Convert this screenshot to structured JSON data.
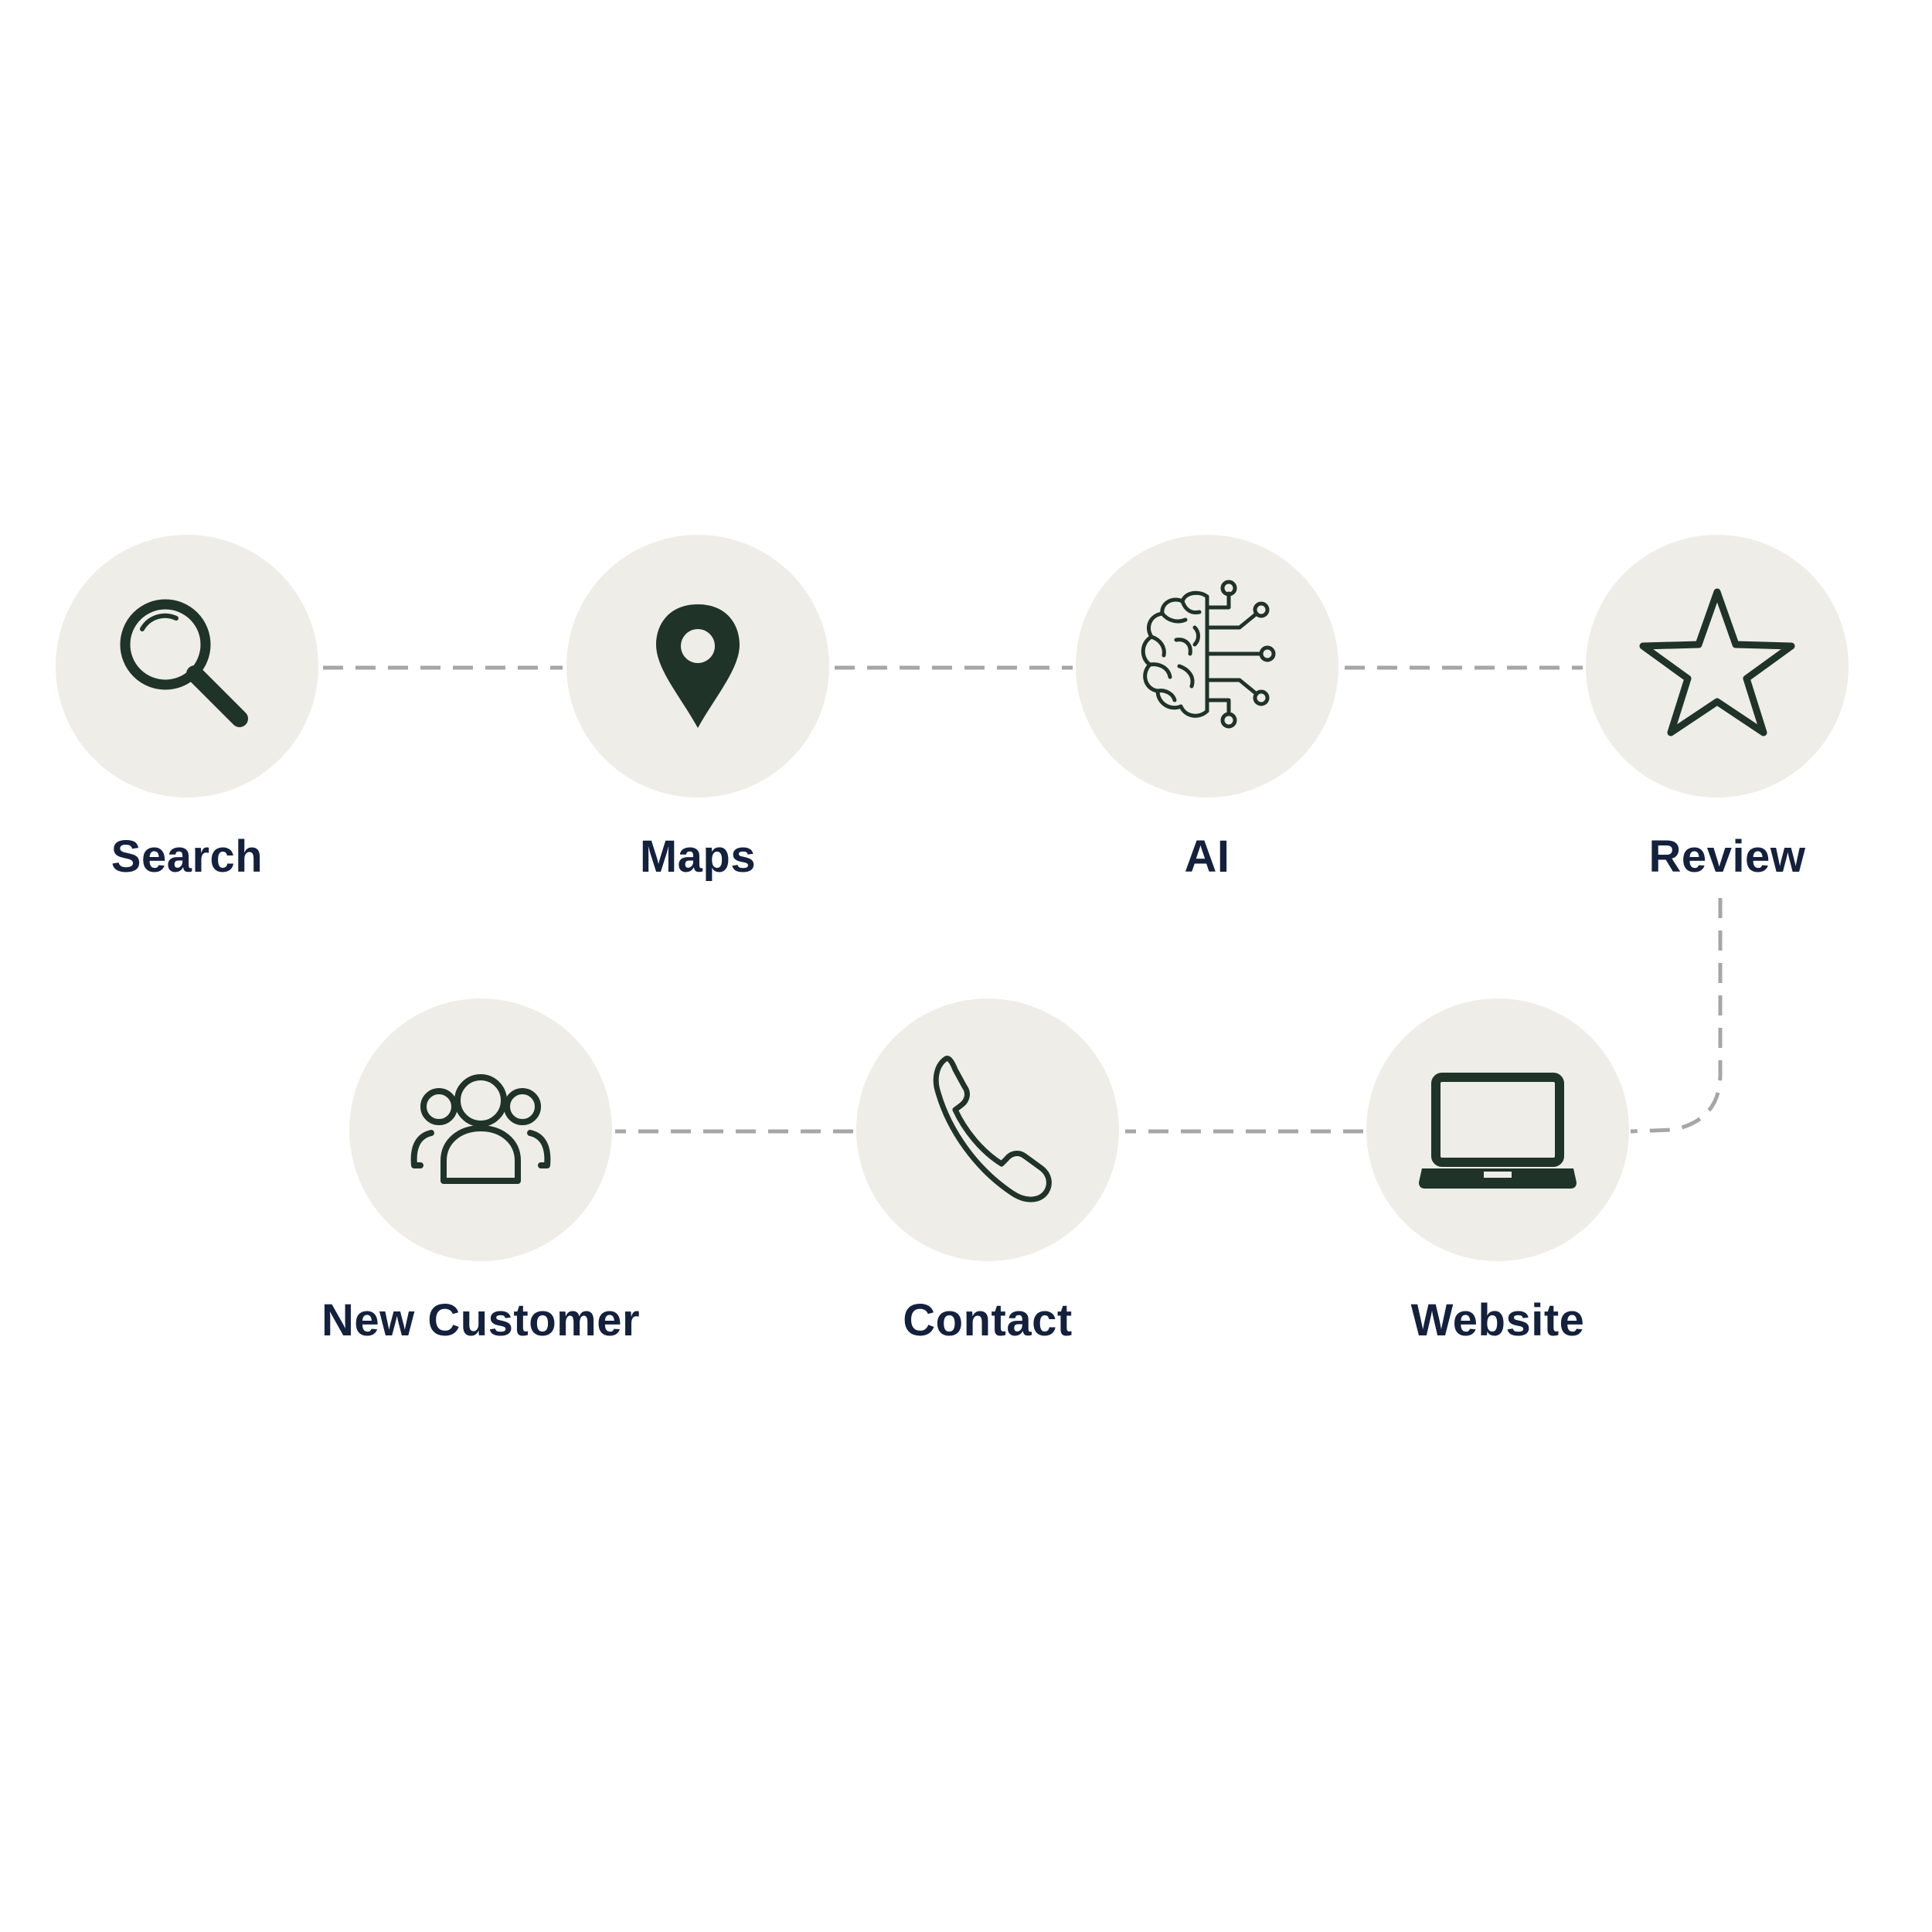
{
  "colors": {
    "circle_fill": "#eeede7",
    "icon": "#1f3329",
    "label": "#14213d",
    "connector": "#a6a6a6"
  },
  "flow": {
    "row1": [
      {
        "label": "Search",
        "icon": "magnifier-icon"
      },
      {
        "label": "Maps",
        "icon": "map-pin-icon"
      },
      {
        "label": "AI",
        "icon": "brain-circuit-icon"
      },
      {
        "label": "Review",
        "icon": "star-icon"
      }
    ],
    "row2": [
      {
        "label": "New Customer",
        "icon": "people-group-icon"
      },
      {
        "label": "Contact",
        "icon": "phone-icon"
      },
      {
        "label": "Website",
        "icon": "laptop-icon"
      }
    ]
  }
}
